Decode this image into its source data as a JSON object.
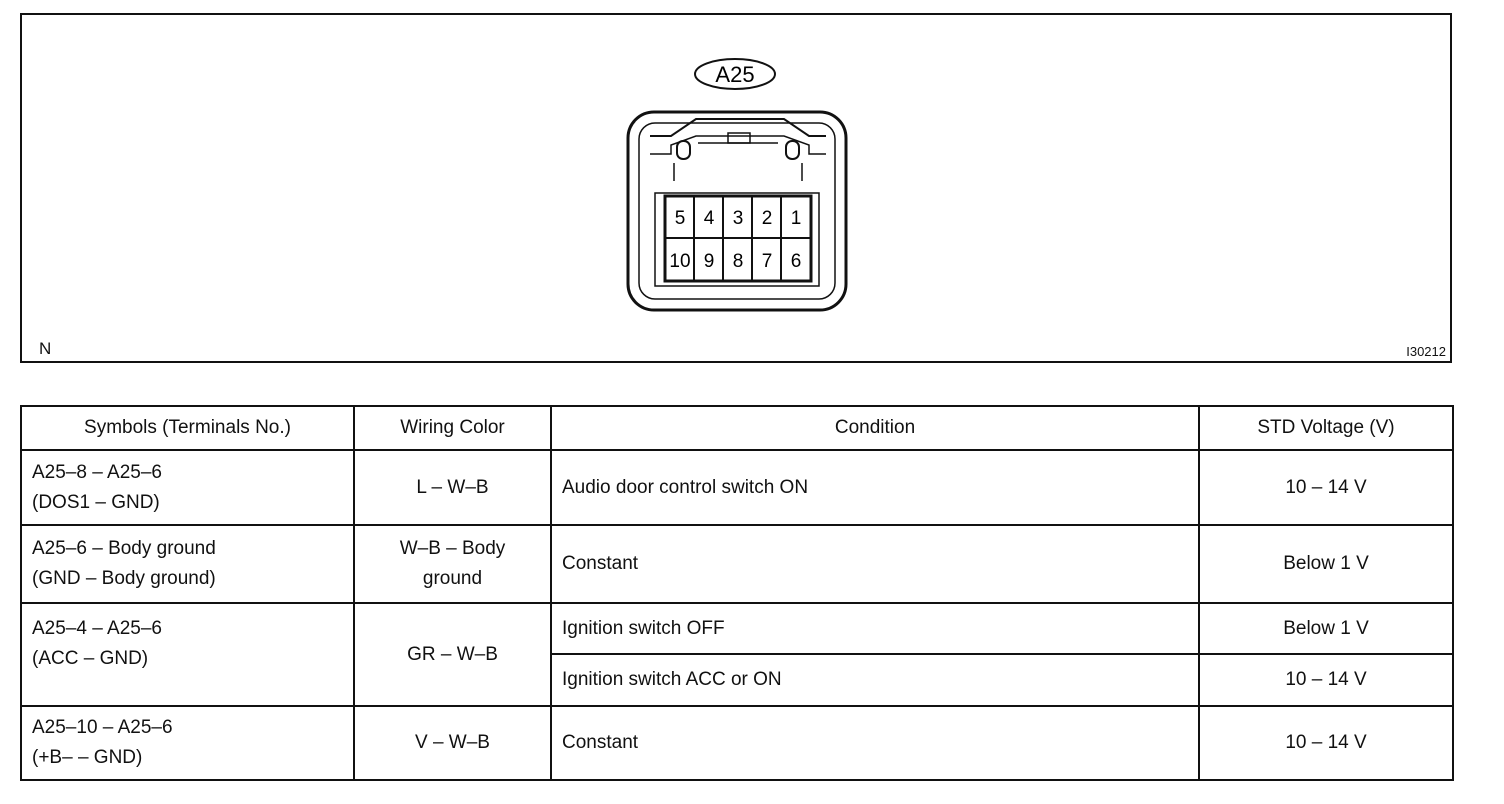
{
  "connector": {
    "label": "A25",
    "top_row": [
      "5",
      "4",
      "3",
      "2",
      "1"
    ],
    "bottom_row": [
      "10",
      "9",
      "8",
      "7",
      "6"
    ],
    "corner_mark": "N",
    "figure_id": "I30212"
  },
  "table": {
    "headers": [
      "Symbols (Terminals No.)",
      "Wiring Color",
      "Condition",
      "STD Voltage (V)"
    ],
    "rows": [
      {
        "symbols": "A25–8 – A25–6\n(DOS1 – GND)",
        "wiring": "L – W–B",
        "conditions": [
          {
            "condition": "Audio door control switch ON",
            "voltage": "10 – 14 V"
          }
        ]
      },
      {
        "symbols": "A25–6 – Body ground\n(GND – Body ground)",
        "wiring": "W–B – Body ground",
        "conditions": [
          {
            "condition": "Constant",
            "voltage": "Below 1 V"
          }
        ]
      },
      {
        "symbols": "A25–4 – A25–6\n(ACC – GND)",
        "wiring": "GR – W–B",
        "conditions": [
          {
            "condition": "Ignition switch OFF",
            "voltage": "Below 1 V"
          },
          {
            "condition": "Ignition switch ACC or ON",
            "voltage": "10 – 14 V"
          }
        ]
      },
      {
        "symbols": "A25–10 – A25–6\n(+B– – GND)",
        "wiring": "V – W–B",
        "conditions": [
          {
            "condition": "Constant",
            "voltage": "10 – 14 V"
          }
        ]
      }
    ]
  }
}
